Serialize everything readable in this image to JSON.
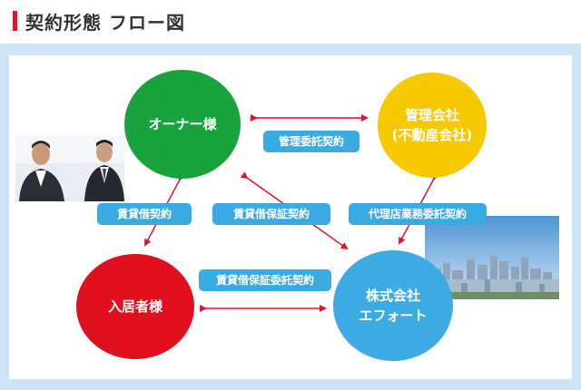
{
  "header": {
    "title": "契約形態 フロー図",
    "accent_color": "#e3122d"
  },
  "nodes": {
    "owner": {
      "label": "オーナー様",
      "color": "#19a33d"
    },
    "management": {
      "line1": "管理会社",
      "line2": "(不動産会社)",
      "color": "#f6c800"
    },
    "tenant": {
      "label": "入居者様",
      "color": "#e0101e"
    },
    "efort": {
      "line1": "株式会社",
      "line2": "エフォート",
      "color": "#3cabe3"
    }
  },
  "contracts": {
    "management_entrust": "管理委託契約",
    "lease": "賃貸借契約",
    "lease_guarantee": "賃貸借保証契約",
    "agency_business": "代理店業務委託契約",
    "lease_guarantee_entrust": "賃貸借保証委託契約"
  },
  "colors": {
    "arrow": "#e3122d",
    "label_bg": "#3aabe2",
    "frame_bg": "#cfe4f7"
  },
  "images": {
    "people": "business-people-photo",
    "city": "city-skyline-photo"
  }
}
